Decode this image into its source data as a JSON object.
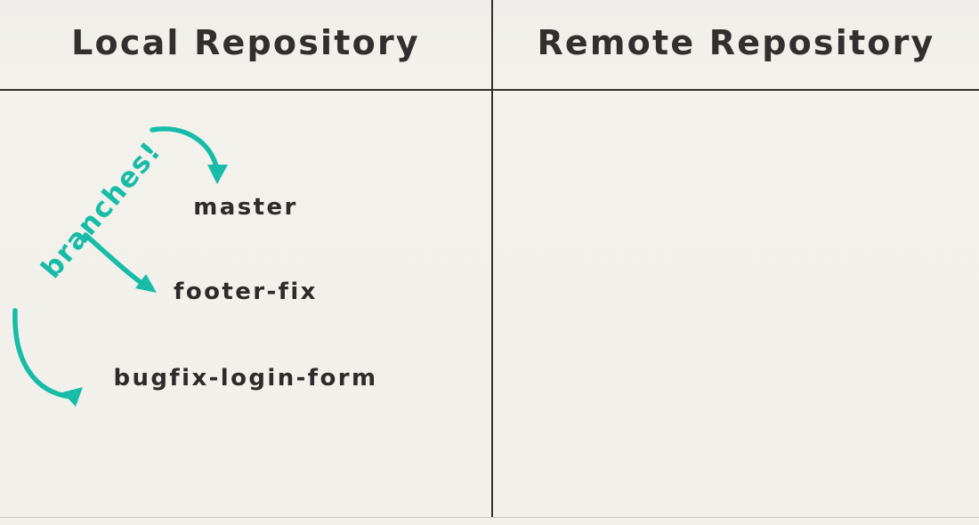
{
  "columns": [
    {
      "id": "local",
      "title": "Local Repository"
    },
    {
      "id": "remote",
      "title": "Remote Repository"
    }
  ],
  "annotation": {
    "text": "branches!",
    "color": "#16bca8"
  },
  "local_panel": {
    "branches": [
      {
        "name": "master"
      },
      {
        "name": "footer-fix"
      },
      {
        "name": "bugfix-login-form"
      }
    ]
  },
  "remote_panel": {
    "branches": []
  },
  "colors": {
    "background": "#f1f0ea",
    "divider": "#34312f",
    "heading_text": "#32302f",
    "branch_text": "#2e2c2b",
    "accent_teal": "#16bca8"
  }
}
